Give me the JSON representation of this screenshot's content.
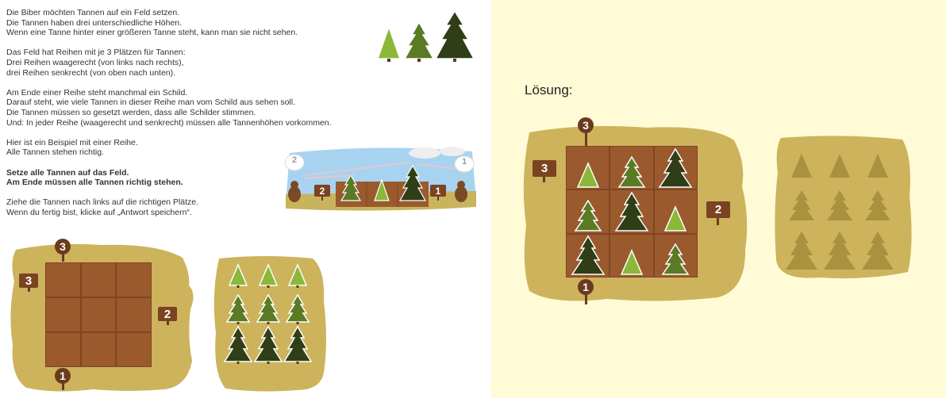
{
  "instructions": {
    "p1": [
      "Die Biber möchten Tannen auf ein Feld setzen.",
      "Die Tannen haben drei unterschiedliche Höhen.",
      "Wenn eine Tanne hinter einer größeren Tanne steht, kann man sie nicht sehen."
    ],
    "p2": [
      "Das Feld hat Reihen mit je 3 Plätzen für Tannen:",
      "Drei Reihen waagerecht (von links nach rechts),",
      "drei Reihen senkrecht (von oben nach unten)."
    ],
    "p3": [
      "Am Ende einer Reihe steht manchmal ein Schild.",
      "Darauf steht, wie viele Tannen in dieser Reihe man vom Schild aus sehen soll.",
      "Die Tannen müssen so gesetzt werden, dass alle Schilder stimmen.",
      "Und: In jeder Reihe (waagerecht und senkrecht) müssen alle Tannenhöhen vorkommen."
    ],
    "p4": [
      "Hier ist ein Beispiel mit einer Reihe.",
      "Alle Tannen stehen richtig."
    ],
    "p5": [
      "Setze alle Tannen auf das Feld.",
      "Am Ende müssen alle Tannen richtig stehen."
    ],
    "p6": [
      "Ziehe die Tannen nach links auf die richtigen Plätze.",
      "Wenn du fertig bist, klicke auf „Antwort speichern“."
    ]
  },
  "example": {
    "left_sign": "2",
    "right_sign": "1",
    "left_bubble": "2",
    "right_bubble": "1",
    "trees": [
      "medium",
      "small",
      "large"
    ]
  },
  "task_board": {
    "sign_top": "3",
    "sign_left": "3",
    "sign_right": "2",
    "sign_bottom": "1"
  },
  "palette": {
    "rows": [
      [
        "small",
        "small",
        "small"
      ],
      [
        "medium",
        "medium",
        "medium"
      ],
      [
        "large",
        "large",
        "large"
      ]
    ]
  },
  "solution": {
    "label": "Lösung:",
    "sign_top": "3",
    "sign_left": "3",
    "sign_right": "2",
    "sign_bottom": "1",
    "grid": [
      [
        "small",
        "medium",
        "large"
      ],
      [
        "medium",
        "large",
        "small"
      ],
      [
        "large",
        "small",
        "medium"
      ]
    ]
  },
  "colors": {
    "small": "#8cb83a",
    "medium": "#5a7a23",
    "large": "#2f3e16",
    "field": "#9a5a2e",
    "island": "#cdb35c",
    "sign": "#7a4322",
    "solution_bg": "#fffbd6",
    "silhouette": "#a89240"
  }
}
